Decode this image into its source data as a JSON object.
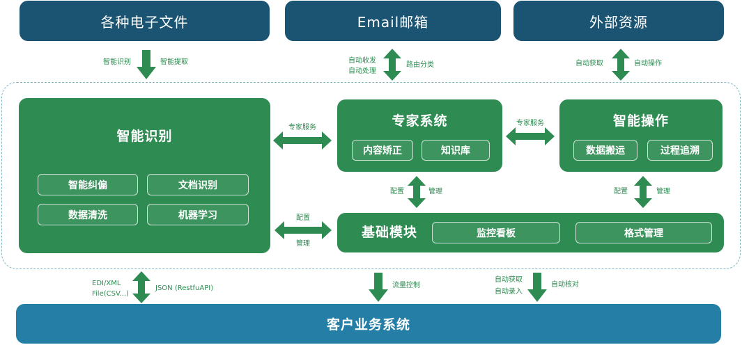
{
  "top_boxes": {
    "files": "各种电子文件",
    "email": "Email邮箱",
    "external": "外部资源"
  },
  "top_arrows": {
    "files_left": "智能识别",
    "files_right": "智能提取",
    "email_left_1": "自动收发",
    "email_left_2": "自动处理",
    "email_right": "路由分类",
    "external_left": "自动获取",
    "external_right": "自动操作"
  },
  "smart_recognition": {
    "title": "智能识别",
    "chips": [
      "智能纠偏",
      "文档识别",
      "数据清洗",
      "机器学习"
    ]
  },
  "expert_system": {
    "title": "专家系统",
    "chips": [
      "内容矫正",
      "知识库"
    ]
  },
  "smart_operation": {
    "title": "智能操作",
    "chips": [
      "数据搬运",
      "过程追溯"
    ]
  },
  "base_module": {
    "title": "基础模块",
    "chips": [
      "监控看板",
      "格式管理"
    ]
  },
  "inner_arrows": {
    "expert_service_left": "专家服务",
    "expert_service_right": "专家服务",
    "config_mid_left": "配置",
    "manage_mid_right": "管理",
    "config_right_left": "配置",
    "manage_right_right": "管理",
    "config_base": "配置",
    "manage_base": "管理"
  },
  "bottom_arrows": {
    "edi_1": "EDI/XML",
    "edi_2": "File(CSV...)",
    "json": "JSON (RestfuAPI)",
    "flow": "流量控制",
    "auto_get": "自动获取",
    "auto_entry": "自动录入",
    "auto_check": "自动核对"
  },
  "bottom_box": "客户业务系统",
  "colors": {
    "top_box": "#1b5473",
    "module_green": "#2e8b52",
    "bottom_box": "#247ea6",
    "dashed_border": "#7fb6c7"
  }
}
